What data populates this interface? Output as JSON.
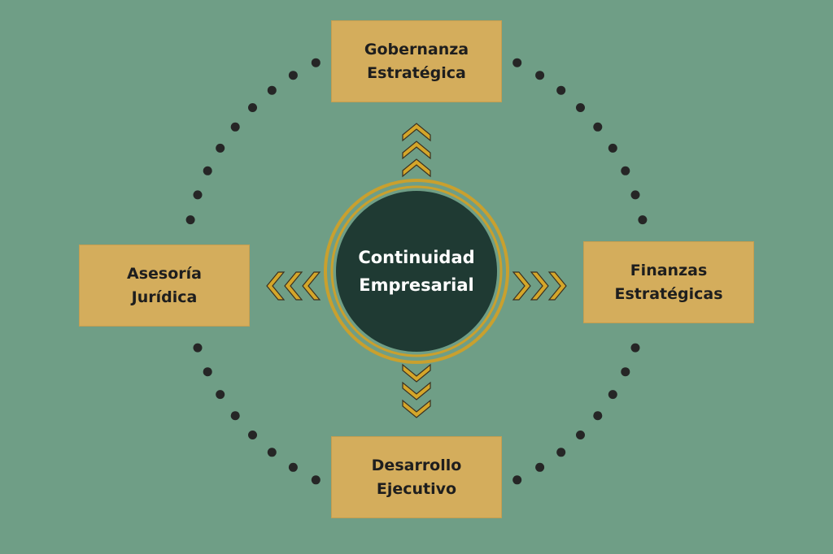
{
  "center": {
    "label": "Continuidad\nEmpresarial"
  },
  "nodes": {
    "top": {
      "label": "Gobernanza\nEstratégica"
    },
    "left": {
      "label": "Asesoría\nJurídica"
    },
    "right": {
      "label": "Finanzas\nEstratégicas"
    },
    "bottom": {
      "label": "Desarrollo\nEjecutivo"
    }
  },
  "colors": {
    "background": "#6f9e86",
    "box": "#d4ad5c",
    "center_fill": "#1f3a33",
    "ring": "#c9a02e",
    "arrow": "#d4a62a",
    "dots": "#262626"
  }
}
